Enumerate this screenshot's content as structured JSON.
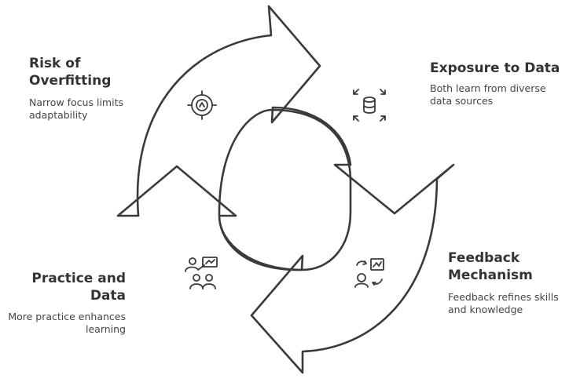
{
  "stages": {
    "risk": {
      "title": "Risk of\nOverfitting",
      "description": "Narrow focus limits\nadaptability",
      "icon": "target-icon"
    },
    "exposure": {
      "title": "Exposure to Data",
      "description": "Both learn from diverse\ndata sources",
      "icon": "database-expand-icon"
    },
    "feedback": {
      "title": "Feedback\nMechanism",
      "description": "Feedback refines skills\nand knowledge",
      "icon": "feedback-chart-icon"
    },
    "practice": {
      "title": "Practice and\nData",
      "description": "More practice enhances\nlearning",
      "icon": "teaching-group-icon"
    }
  },
  "colors": {
    "stroke": "#3a3a3a",
    "fill": "#ffffff",
    "text": "#333333"
  }
}
